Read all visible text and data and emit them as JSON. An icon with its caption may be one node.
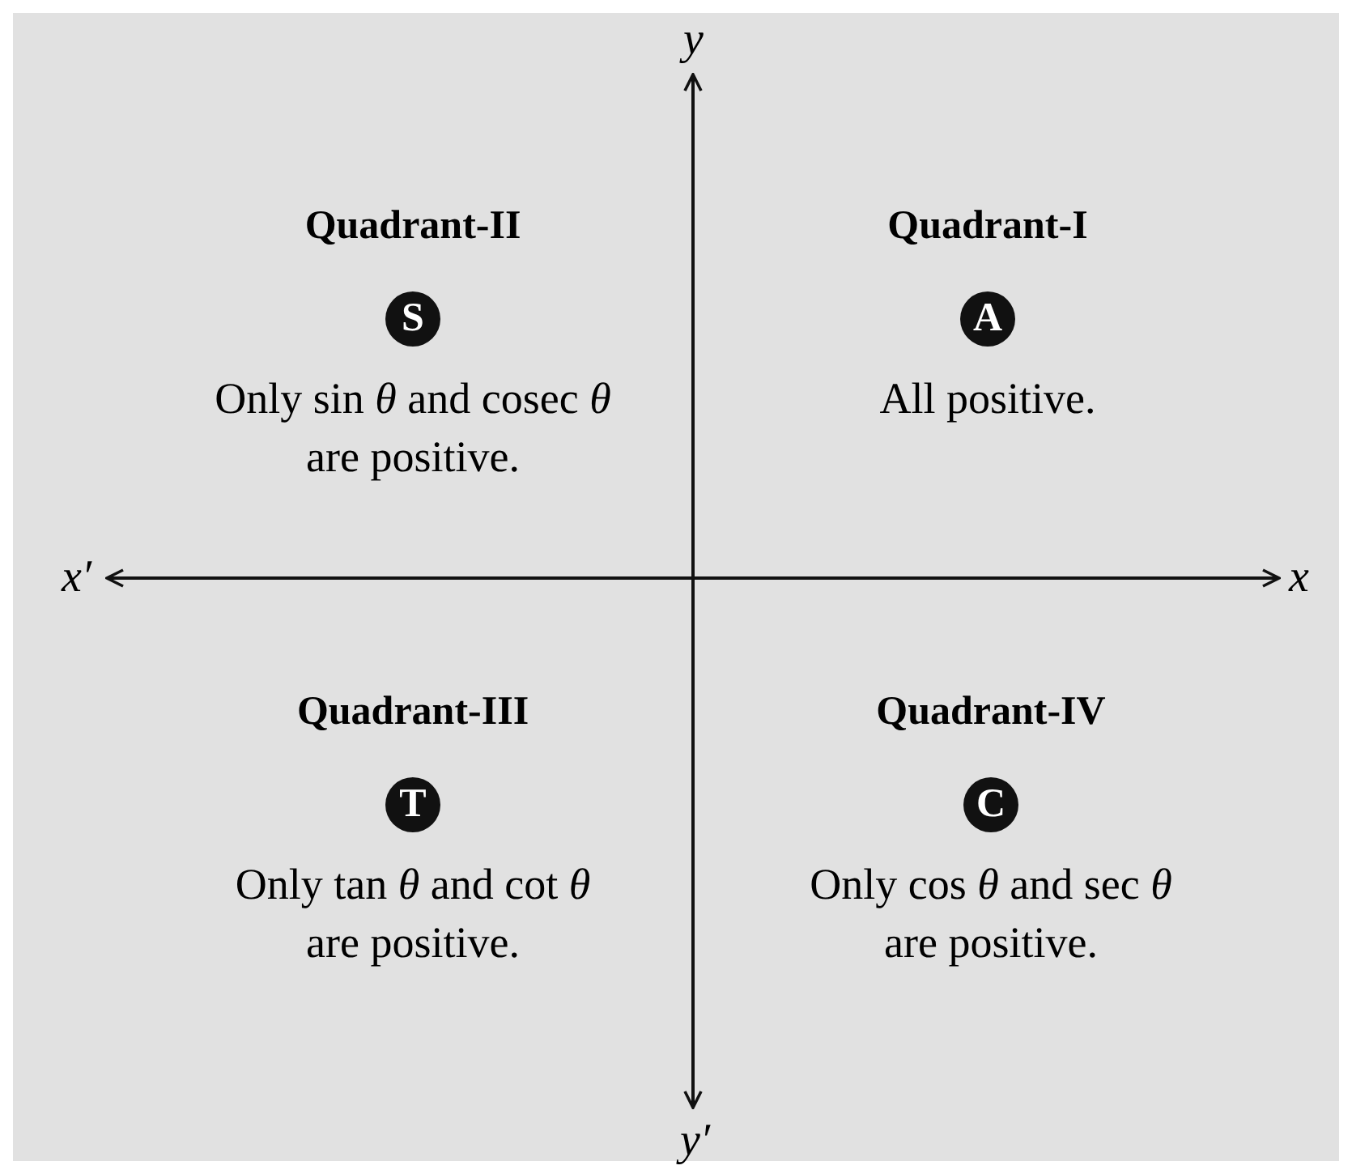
{
  "diagram": {
    "nodes": [
      {
        "text": [
          "S"
        ],
        "beside": [
          "Quadrant-II",
          "Only sin *θ* and cosec *θ* are positive."
        ]
      },
      {
        "text": [
          "A"
        ],
        "beside": [
          "Quadrant-I",
          "All positive."
        ]
      },
      {
        "text": [
          "T"
        ],
        "beside": [
          "Quadrant-III",
          "Only tan *θ* and cot *θ* are positive."
        ]
      },
      {
        "text": [
          "C"
        ],
        "beside": [
          "Quadrant-IV",
          "Only cos *θ* and sec *θ* are positive."
        ]
      }
    ],
    "labels": [
      "y",
      "x′",
      "x",
      "y′"
    ]
  }
}
